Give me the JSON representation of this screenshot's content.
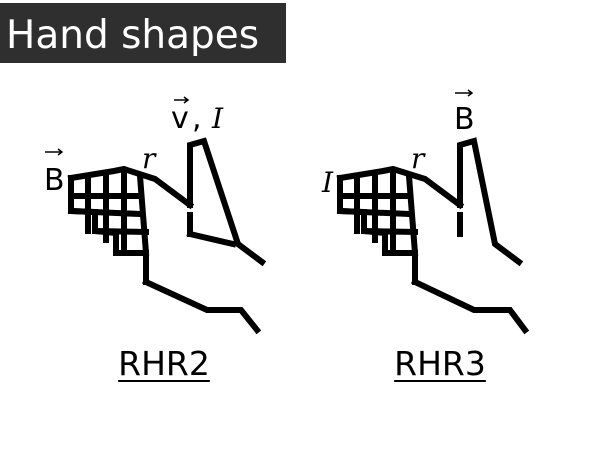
{
  "title": "Hand shapes",
  "panels": [
    {
      "caption": "RHR2",
      "labels": {
        "field": "B",
        "radius": "r",
        "velocity": "v",
        "separator": ",",
        "current": "I"
      }
    },
    {
      "caption": "RHR3",
      "labels": {
        "field": "B",
        "radius": "r",
        "current": "I"
      }
    }
  ],
  "colors": {
    "title_background": "#2f2f2f",
    "title_text": "#ffffff",
    "ink": "#000000"
  }
}
